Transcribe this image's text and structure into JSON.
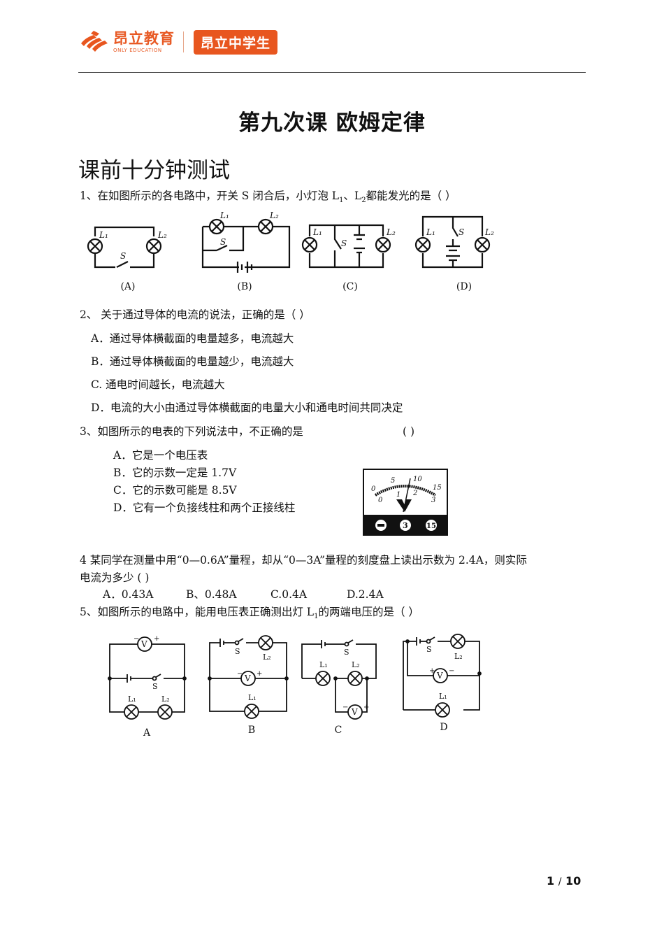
{
  "header": {
    "brand_cn": "昂立教育",
    "brand_en": "ONLY EDUCATION",
    "badge": "昂立中学生",
    "brand_color": "#e8561f"
  },
  "doc": {
    "title": "第九次课  欧姆定律",
    "section": "课前十分钟测试"
  },
  "q1": {
    "text_a": "1、在如图所示的各电路中，开关 S 闭合后，小灯泡 L",
    "sub1": "1",
    "text_b": "、L",
    "sub2": "2",
    "text_c": "都能发光的是（    ）",
    "figures": [
      "(A)",
      "(B)",
      "(C)",
      "(D)"
    ],
    "lamp_labels": [
      "L1",
      "L2"
    ],
    "switch_label": "S"
  },
  "q2": {
    "stem": "2、 关于通过导体的电流的说法，正确的是（ ）",
    "options": [
      "A．通过导体横截面的电量越多，电流越大",
      "B．通过导体横截面的电量越少，电流越大",
      "C. 通电时间越长，电流越大",
      "D．电流的大小由通过导体横截面的电量大小和通电时间共同决定"
    ]
  },
  "q3": {
    "stem": "3、如图所示的电表的下列说法中，不正确的是",
    "bracket": "(      )",
    "options": [
      "A．它是一个电压表",
      "B．它的示数一定是 1.7V",
      "C．它的示数可能是 8.5V",
      "D．它有一个负接线柱和两个正接线柱"
    ],
    "meter": {
      "upper_scale": [
        "0",
        "5",
        "10",
        "15"
      ],
      "lower_scale": [
        "0",
        "1",
        "2",
        "3"
      ],
      "unit": "V",
      "terminals": [
        "−",
        "3",
        "15"
      ]
    }
  },
  "q4": {
    "line1": "4 某同学在测量中用“0—0.6A”量程，却从“0—3A”量程的刻度盘上读出示数为 2.4A，则实际",
    "line2": "电流为多少        (    )",
    "options": [
      "A．0.43A",
      "B、0.48A",
      "C.0.4A",
      "D.2.4A"
    ]
  },
  "q5": {
    "text_a": "5、如图所示的电路中，能用电压表正确测出灯 L",
    "sub1": "1",
    "text_b": "的两端电压的是（      ）",
    "figures": [
      "A",
      "B",
      "C",
      "D"
    ]
  },
  "footer": {
    "page_current": "1",
    "page_sep": "/",
    "page_total": "10"
  }
}
